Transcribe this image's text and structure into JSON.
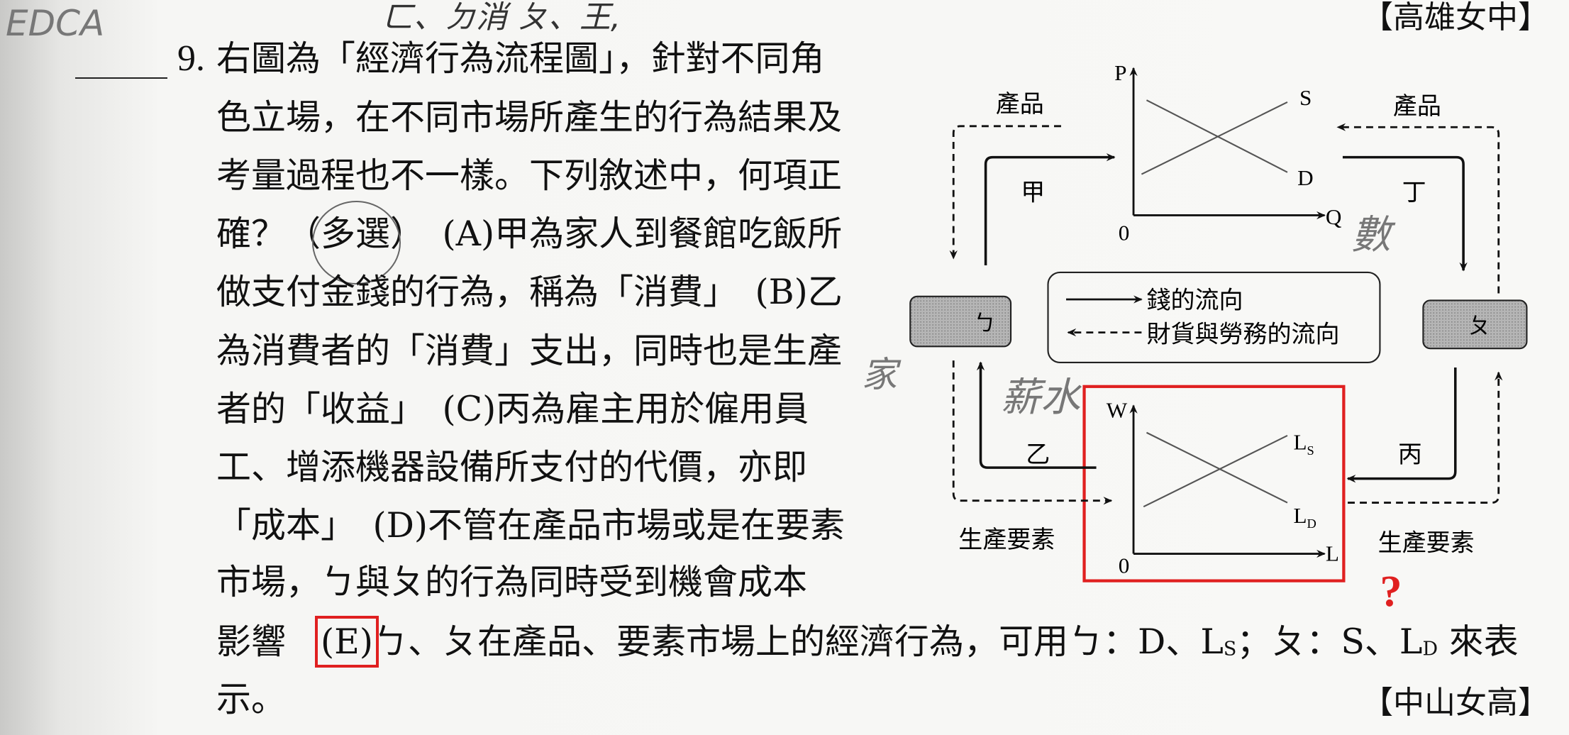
{
  "question": {
    "number": "9.",
    "lines": [
      "右圖為「經濟行為流程圖」，針對不同角",
      "色立場，在不同市場所產生的行為結果及",
      "考量過程也不一樣。下列敘述中，何項正",
      "確？（多選）　(A)甲為家人到餐館吃飯所",
      "做支付金錢的行為，稱為「消費」　(B)乙",
      "為消費者的「消費」支出，同時也是生產",
      "者的「收益」　(C)丙為雇主用於僱用員",
      "工、增添機器設備所支付的代價，亦即",
      "「成本」　(D)不管在產品市場或是在要素",
      "市場，ㄅ與ㄆ的行為同時受到機會成本"
    ],
    "line11": {
      "prefix": "影響　",
      "option_e": "(E)",
      "text": "ㄅ、ㄆ在產品、要素市場上的經濟行為，可用ㄅ：D、L",
      "sub_s": "S",
      "mid": "；ㄆ：S、L",
      "sub_d": "D",
      "suffix": " 來表"
    },
    "line12": "示。"
  },
  "sources": {
    "top": "【高雄女中】",
    "bottom": "【中山女高】"
  },
  "handwriting": {
    "top_left": "EDCA",
    "top": "ㄈ、ㄉ消 ㄆ、王,",
    "near_b": "家",
    "near_b2": "薪水",
    "near_q": "數",
    "question_mark": "?"
  },
  "diagram": {
    "top_graph": {
      "y_axis": "P",
      "x_axis": "Q",
      "origin": "0",
      "supply": "S",
      "demand": "D"
    },
    "bottom_graph": {
      "y_axis": "W",
      "x_axis": "L",
      "origin": "0",
      "supply": "L",
      "supply_sub": "S",
      "demand": "L",
      "demand_sub": "D"
    },
    "left_box": "ㄅ",
    "right_box": "ㄆ",
    "flows": {
      "jia": "甲",
      "yi": "乙",
      "bing": "丙",
      "ding": "丁"
    },
    "product_left": "產品",
    "product_right": "產品",
    "factor_left": "生產要素",
    "factor_right": "生產要素",
    "legend": {
      "money": "錢的流向",
      "goods": "財貨與勞務的流向"
    }
  },
  "colors": {
    "highlight": "#e02020",
    "box_fill": "#a9a9a9"
  }
}
